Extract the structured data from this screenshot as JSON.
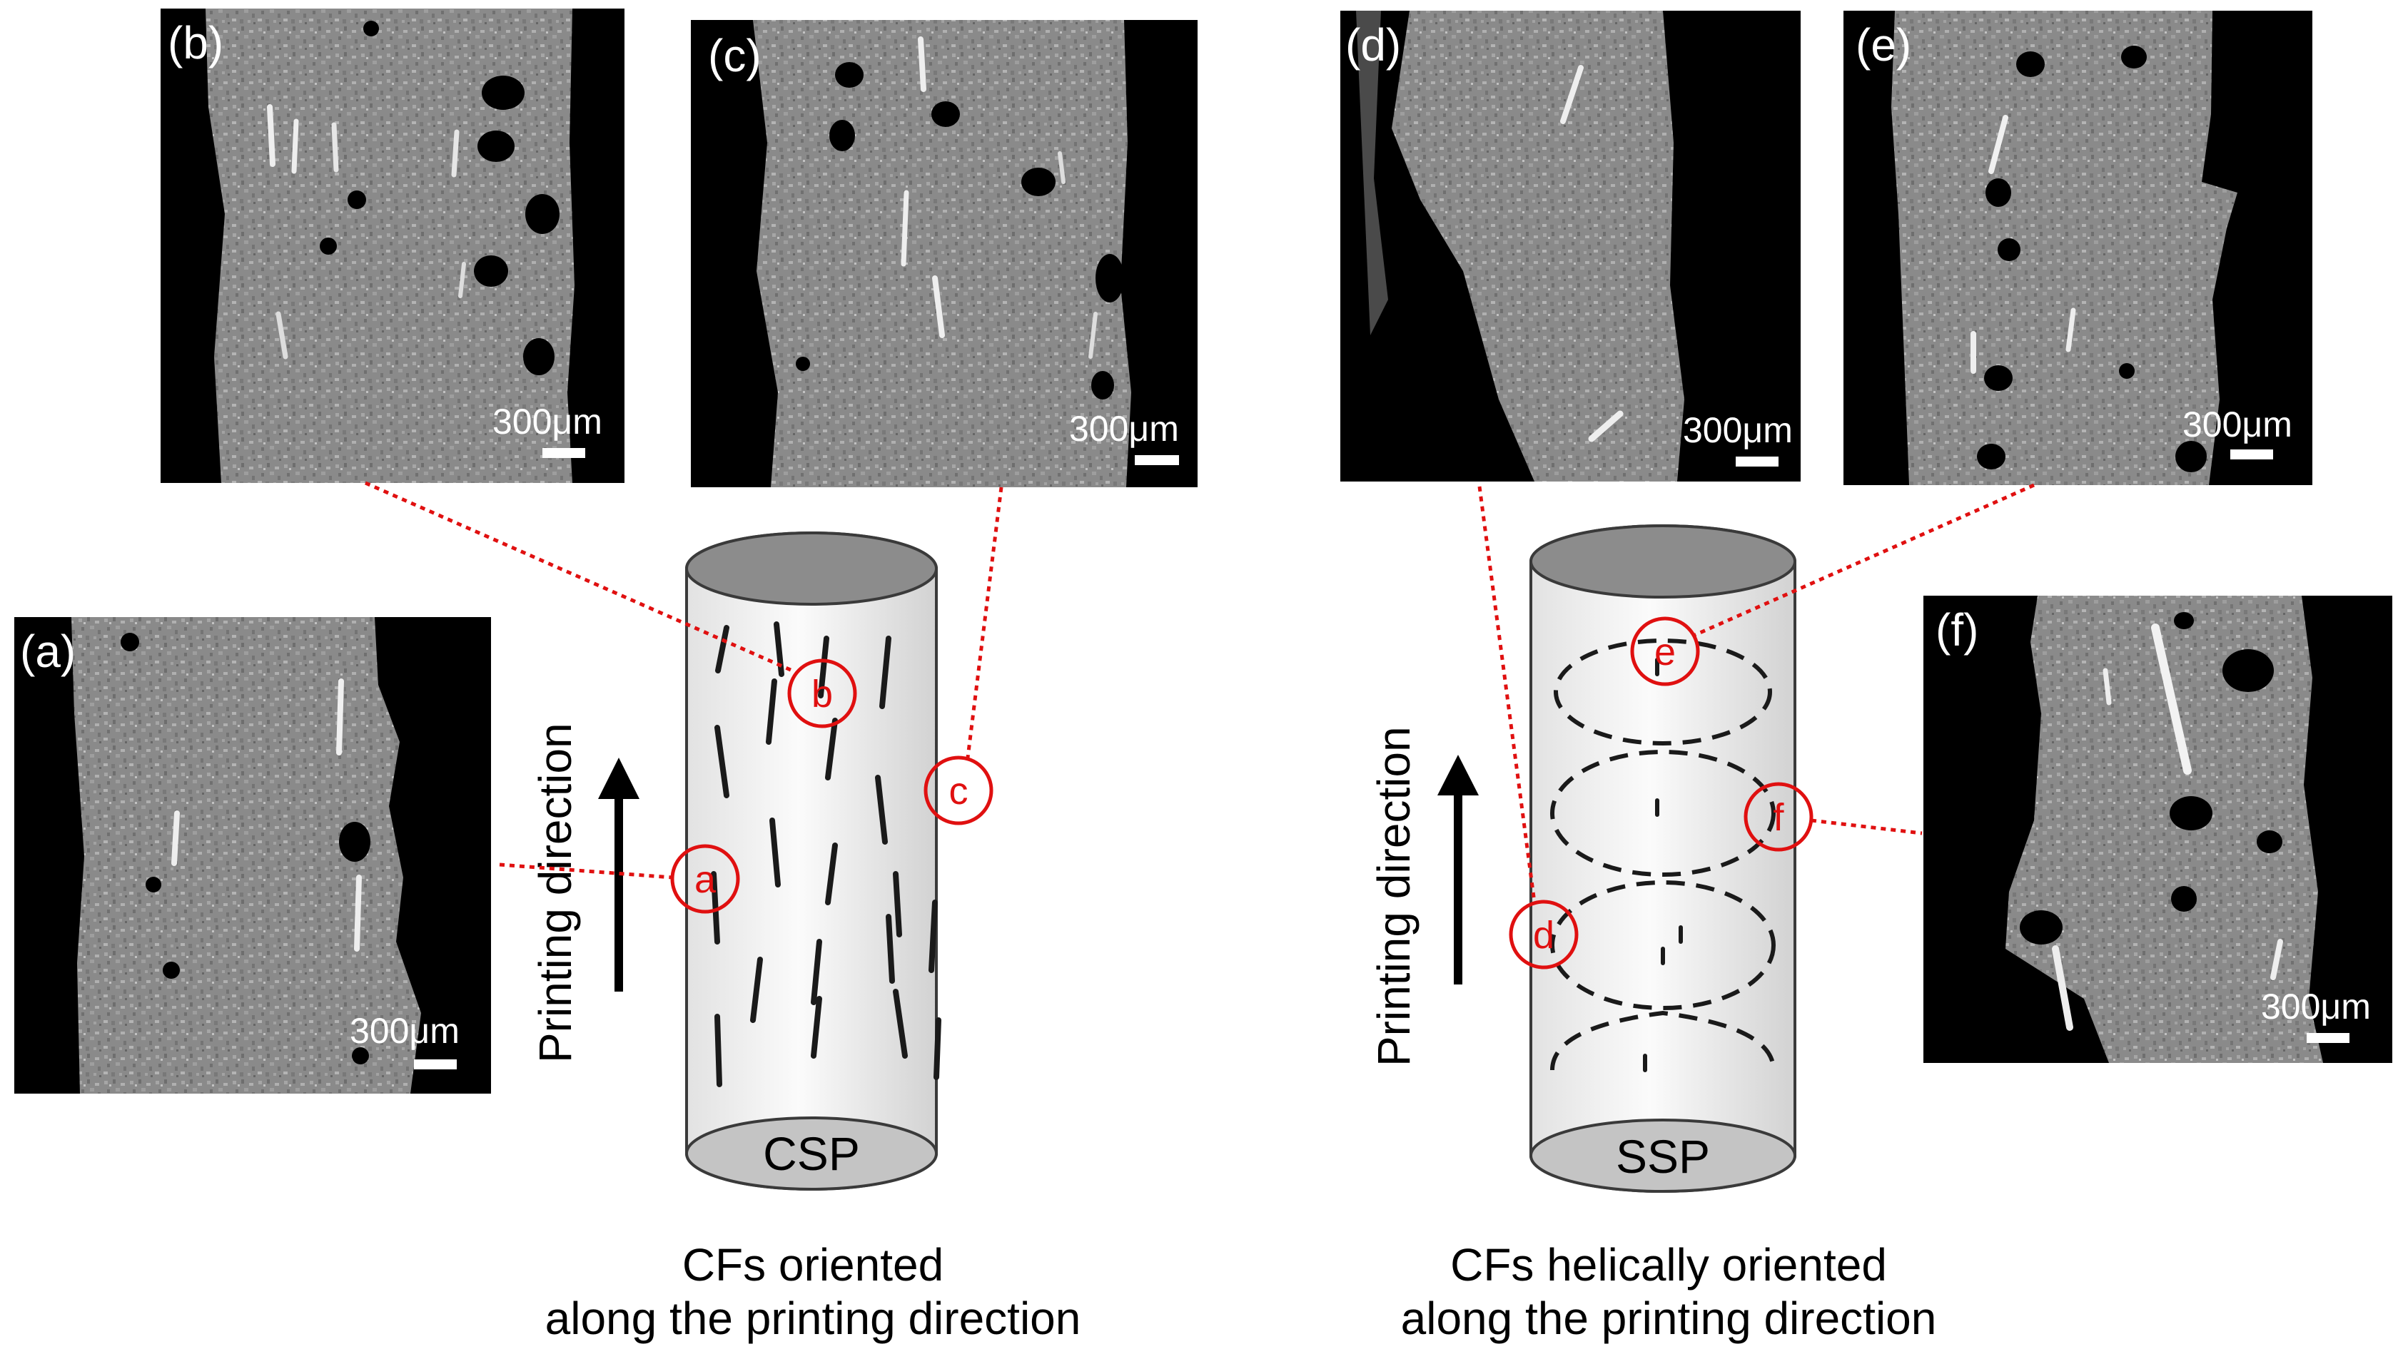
{
  "panels": {
    "a": {
      "label": "(a)",
      "scale": "300μm"
    },
    "b": {
      "label": "(b)",
      "scale": "300μm"
    },
    "c": {
      "label": "(c)",
      "scale": "300μm"
    },
    "d": {
      "label": "(d)",
      "scale": "300μm"
    },
    "e": {
      "label": "(e)",
      "scale": "300μm"
    },
    "f": {
      "label": "(f)",
      "scale": "300μm"
    }
  },
  "csp": {
    "axis_label": "Printing direction",
    "base_label": "CSP",
    "callouts": {
      "a": "a",
      "b": "b",
      "c": "c"
    },
    "caption_line1": "CFs oriented",
    "caption_line2": "along the printing direction"
  },
  "ssp": {
    "axis_label": "Printing direction",
    "base_label": "SSP",
    "callouts": {
      "d": "d",
      "e": "e",
      "f": "f"
    },
    "caption_line1": "CFs helically oriented",
    "caption_line2": "along the printing direction"
  },
  "colors": {
    "callout": "#e01010",
    "micrograph_background": "#000000",
    "material_gray": "#8a8a8a",
    "cylinder_cap": "#8c8c8c"
  }
}
